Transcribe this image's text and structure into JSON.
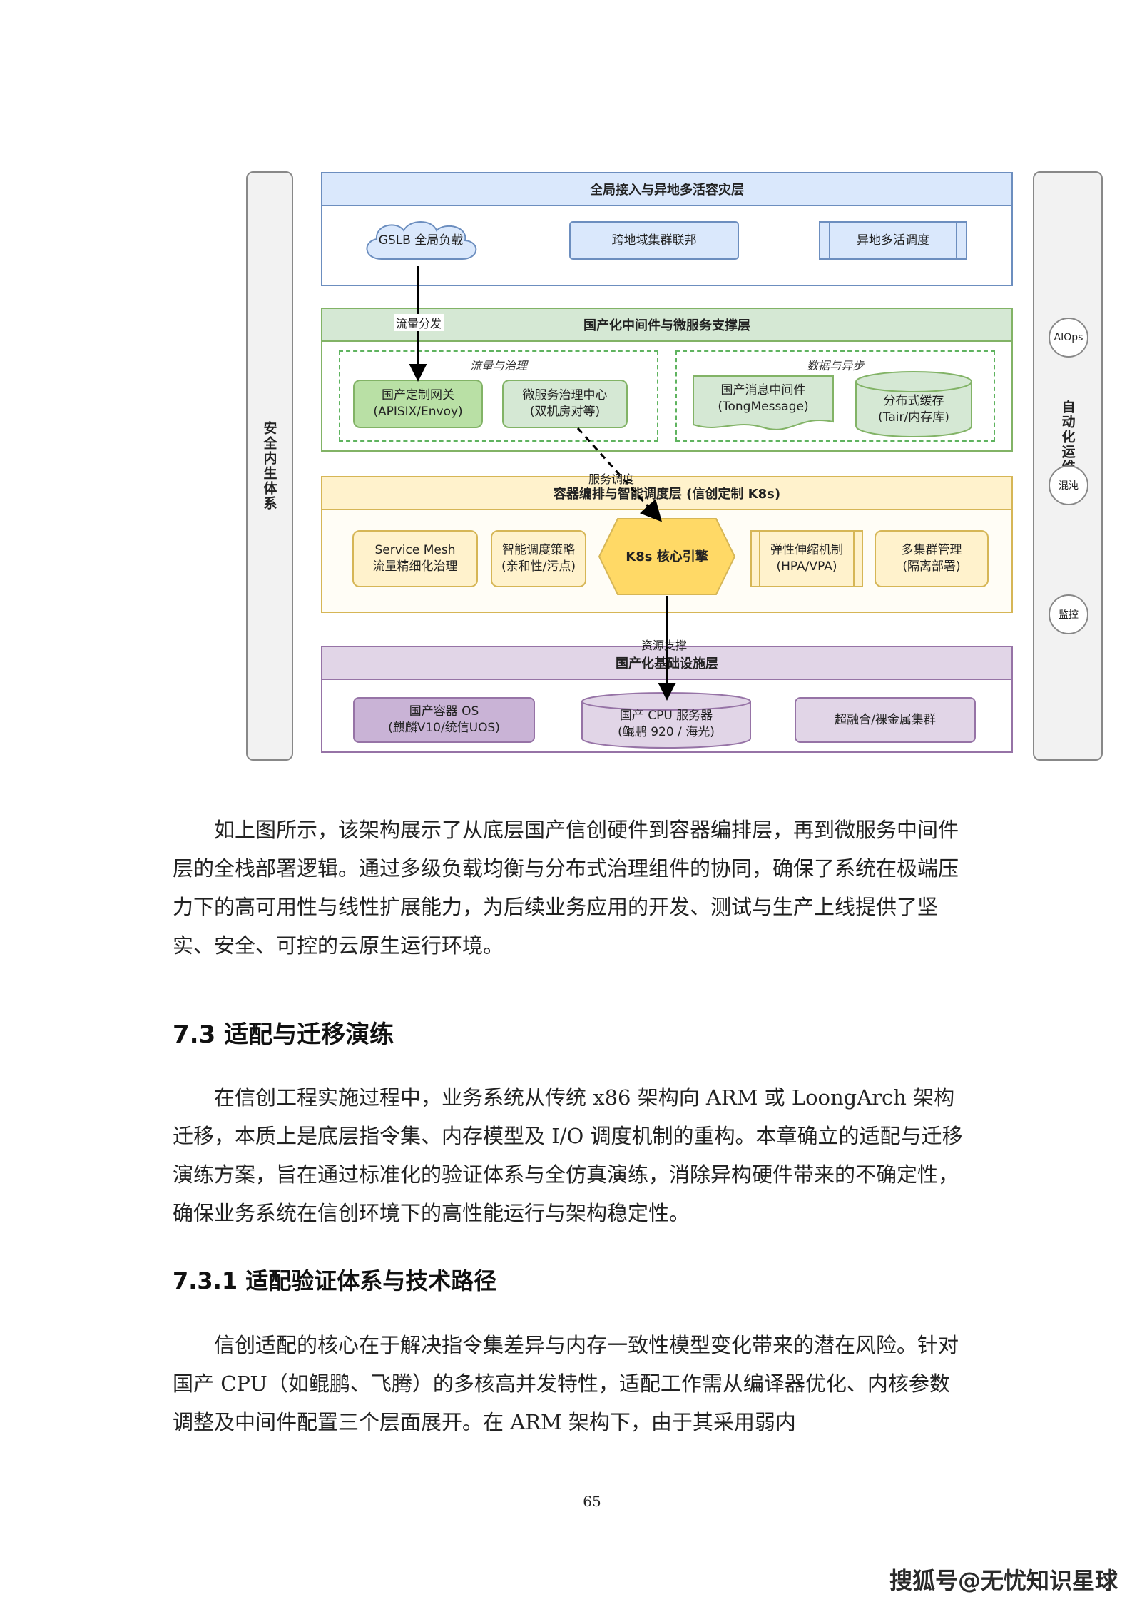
{
  "diagram": {
    "left_bar": "安全内生体系",
    "right_bar": "自动化运维体系",
    "right_nodes": [
      "AIOps",
      "混沌",
      "监控"
    ],
    "layer1": {
      "title": "全局接入与异地多活容灾层",
      "nodes": [
        "GSLB 全局负载",
        "跨地域集群联邦",
        "异地多活调度"
      ]
    },
    "edge_traffic": "流量分发",
    "layer2": {
      "title": "国产化中间件与微服务支撑层",
      "group1": {
        "title": "流量与治理",
        "n1": [
          "国产定制网关",
          "(APISIX/Envoy)"
        ],
        "n2": [
          "微服务治理中心",
          "(双机房对等)"
        ]
      },
      "group2": {
        "title": "数据与异步",
        "n1": [
          "国产消息中间件",
          "(TongMessage)"
        ],
        "n2": [
          "分布式缓存",
          "(Tair/内存库)"
        ]
      }
    },
    "edge_schedule": "服务调度",
    "layer3": {
      "title": "容器编排与智能调度层 (信创定制 K8s)",
      "n1": [
        "Service Mesh",
        "流量精细化治理"
      ],
      "n2": [
        "智能调度策略",
        "(亲和性/污点)"
      ],
      "core": "K8s 核心引擎",
      "n3": [
        "弹性伸缩机制",
        "(HPA/VPA)"
      ],
      "n4": [
        "多集群管理",
        "(隔离部署)"
      ]
    },
    "edge_resource": "资源支撑",
    "layer4": {
      "title": "国产化基础设施层",
      "n1": [
        "国产容器 OS",
        "(麒麟V10/统信UOS)"
      ],
      "n2": [
        "国产 CPU 服务器",
        "(鲲鹏 920 / 海光)"
      ],
      "n3": "超融合/裸金属集群"
    },
    "colors": {
      "blue_fill": "#dae8fc",
      "blue_stroke": "#6c8ebf",
      "green_fill": "#d5e8d4",
      "green_stroke": "#82b366",
      "yellow_fill": "#fff2cc",
      "yellow_stroke": "#d6b656",
      "purple_fill": "#e1d5e7",
      "purple_stroke": "#9673a6",
      "core_fill": "#ffd966"
    }
  },
  "body": {
    "para1": "如上图所示，该架构展示了从底层国产信创硬件到容器编排层，再到微服务中间件层的全栈部署逻辑。通过多级负载均衡与分布式治理组件的协同，确保了系统在极端压力下的高可用性与线性扩展能力，为后续业务应用的开发、测试与生产上线提供了坚实、安全、可控的云原生运行环境。",
    "h2": "7.3 适配与迁移演练",
    "para2": "在信创工程实施过程中，业务系统从传统 x86 架构向 ARM 或 LoongArch 架构迁移，本质上是底层指令集、内存模型及 I/O 调度机制的重构。本章确立的适配与迁移演练方案，旨在通过标准化的验证体系与全仿真演练，消除异构硬件带来的不确定性，确保业务系统在信创环境下的高性能运行与架构稳定性。",
    "h3": "7.3.1 适配验证体系与技术路径",
    "para3": "信创适配的核心在于解决指令集差异与内存一致性模型变化带来的潜在风险。针对国产 CPU（如鲲鹏、飞腾）的多核高并发特性，适配工作需从编译器优化、内核参数调整及中间件配置三个层面展开。在 ARM 架构下，由于其采用弱内"
  },
  "page_number": "65",
  "footer_watermark": "搜狐号@无忧知识星球"
}
